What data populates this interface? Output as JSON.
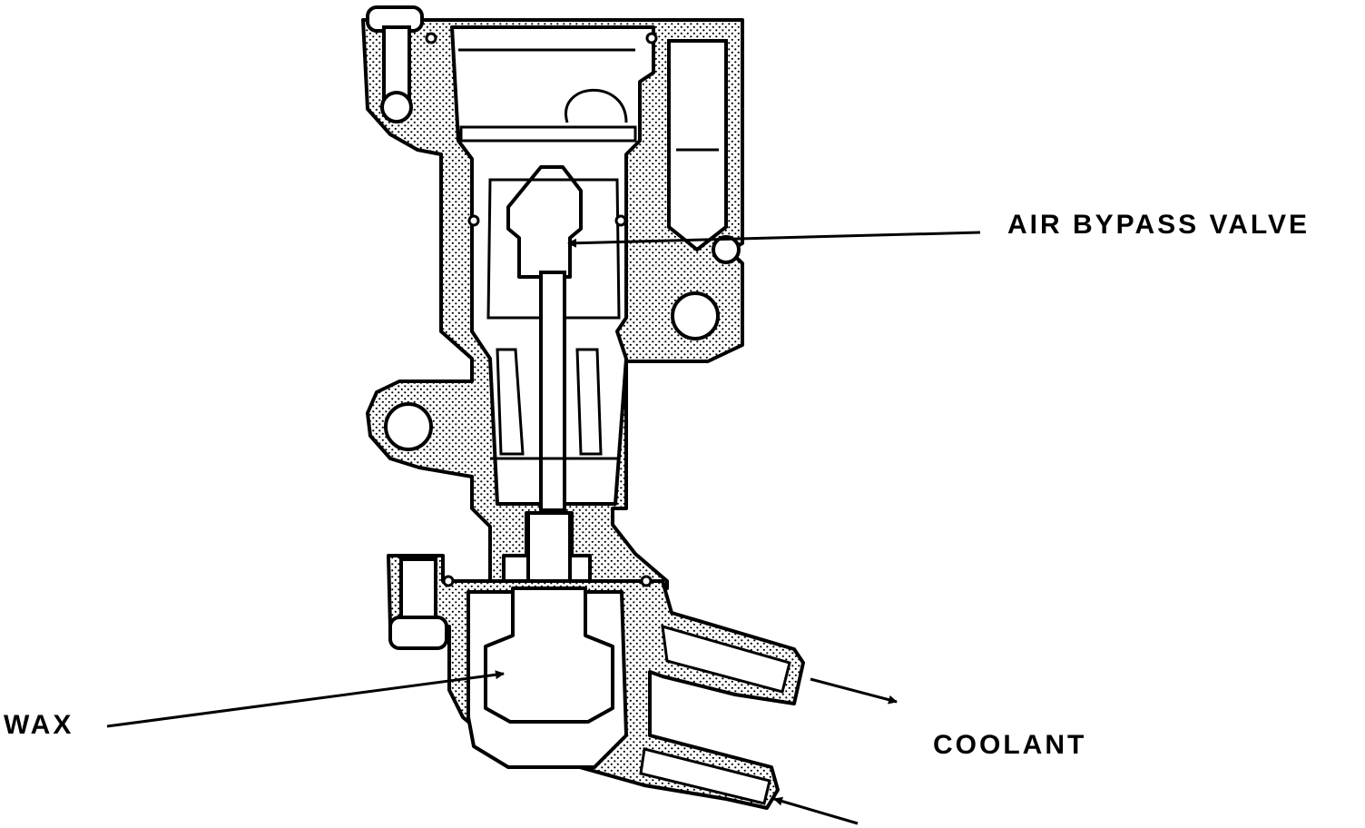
{
  "labels": {
    "air_bypass_valve": "AIR BYPASS VALVE",
    "wax": "WAX",
    "coolant": "COOLANT"
  },
  "colors": {
    "line": "#000000",
    "background": "#ffffff",
    "stipple": "#000000"
  }
}
